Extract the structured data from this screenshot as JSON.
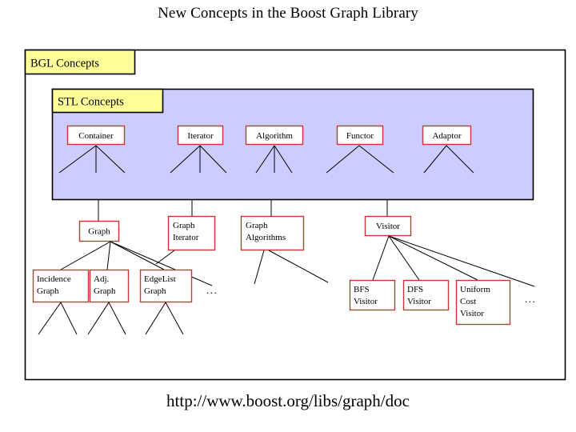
{
  "slide": {
    "title": "New Concepts in the Boost Graph Library",
    "footer": "http://www.boost.org/libs/graph/doc"
  },
  "colors": {
    "banner_fill": "#ffff99",
    "banner_border": "#000000",
    "panel_fill": "#ccccff",
    "panel_border": "#000000",
    "frame_border": "#000000",
    "node_border": "#cc3333",
    "node_fill": "#ffffff",
    "edge_line": "#000000",
    "text": "#000000"
  },
  "frame": {
    "label": "outer-frame"
  },
  "banners": {
    "bgl": "BGL Concepts",
    "stl": "STL Concepts"
  },
  "stl_nodes": [
    {
      "id": "container",
      "label": "Container",
      "lines": [
        "Container"
      ]
    },
    {
      "id": "iterator",
      "label": "Iterator",
      "lines": [
        "Iterator"
      ]
    },
    {
      "id": "algorithm",
      "label": "Algorithm",
      "lines": [
        "Algorithm"
      ]
    },
    {
      "id": "functor",
      "label": "Functor",
      "lines": [
        "Functor"
      ]
    },
    {
      "id": "adaptor",
      "label": "Adaptor",
      "lines": [
        "Adaptor"
      ]
    }
  ],
  "bgl_nodes": [
    {
      "id": "graph",
      "label": "Graph",
      "lines": [
        "Graph"
      ]
    },
    {
      "id": "graph-iterator",
      "label": "Graph Iterator",
      "lines": [
        "Graph",
        "Iterator"
      ]
    },
    {
      "id": "graph-algorithms",
      "label": "Graph Algorithms",
      "lines": [
        "Graph",
        "Algorithms"
      ]
    },
    {
      "id": "visitor",
      "label": "Visitor",
      "lines": [
        "Visitor"
      ]
    },
    {
      "id": "incidence-graph",
      "label": "Incidence Graph",
      "lines": [
        "Incidence",
        "Graph"
      ]
    },
    {
      "id": "adj-graph",
      "label": "Adj. Graph",
      "lines": [
        "Adj.",
        "Graph"
      ]
    },
    {
      "id": "edgelist-graph",
      "label": "EdgeList Graph",
      "lines": [
        "EdgeList",
        "Graph"
      ]
    },
    {
      "id": "bfs-visitor",
      "label": "BFS Visitor",
      "lines": [
        "BFS",
        "Visitor"
      ]
    },
    {
      "id": "dfs-visitor",
      "label": "DFS Visitor",
      "lines": [
        "DFS",
        "Visitor"
      ]
    },
    {
      "id": "uniform-cost-visitor",
      "label": "Uniform Cost Visitor",
      "lines": [
        "Uniform",
        "Cost",
        "Visitor"
      ]
    }
  ],
  "ellipses": [
    {
      "id": "ellipsis-graph-row",
      "text": "..."
    },
    {
      "id": "ellipsis-visitor-row",
      "text": "..."
    }
  ]
}
